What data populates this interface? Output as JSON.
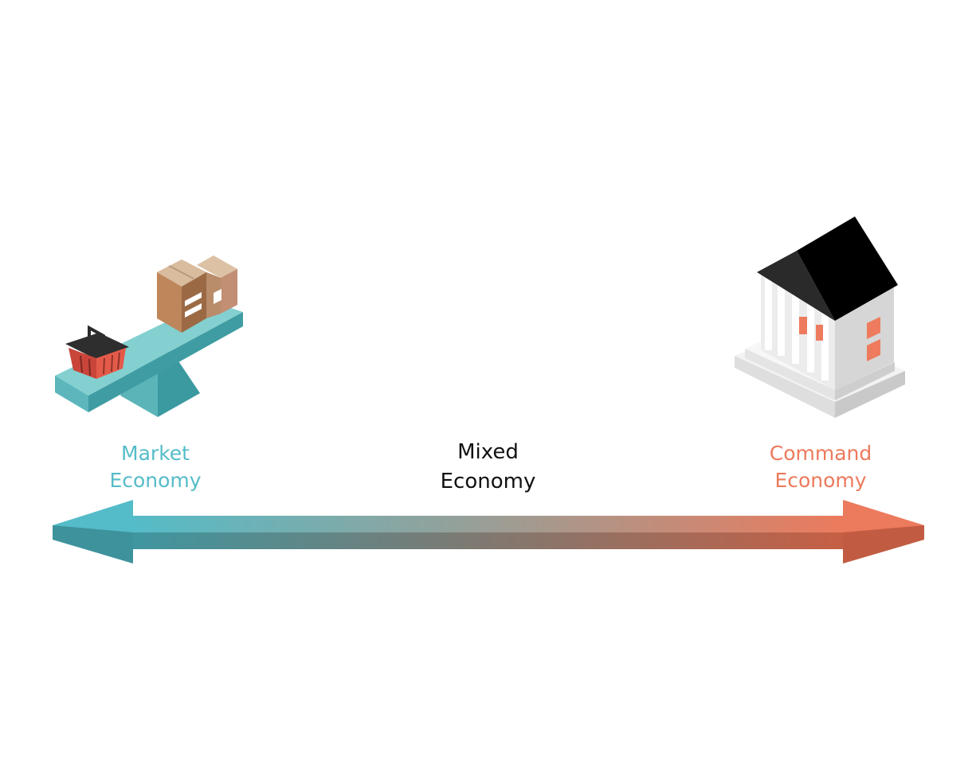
{
  "colors": {
    "market": "#55bcc8",
    "command": "#ec7a5c",
    "mixed": "#111111"
  },
  "labels": {
    "market": {
      "line1": "Market",
      "line2": "Economy"
    },
    "mixed": {
      "line1": "Mixed",
      "line2": "Economy"
    },
    "command": {
      "line1": "Command",
      "line2": "Economy"
    }
  },
  "icons": {
    "left": "seesaw-scale-icon",
    "right": "government-building-icon"
  }
}
